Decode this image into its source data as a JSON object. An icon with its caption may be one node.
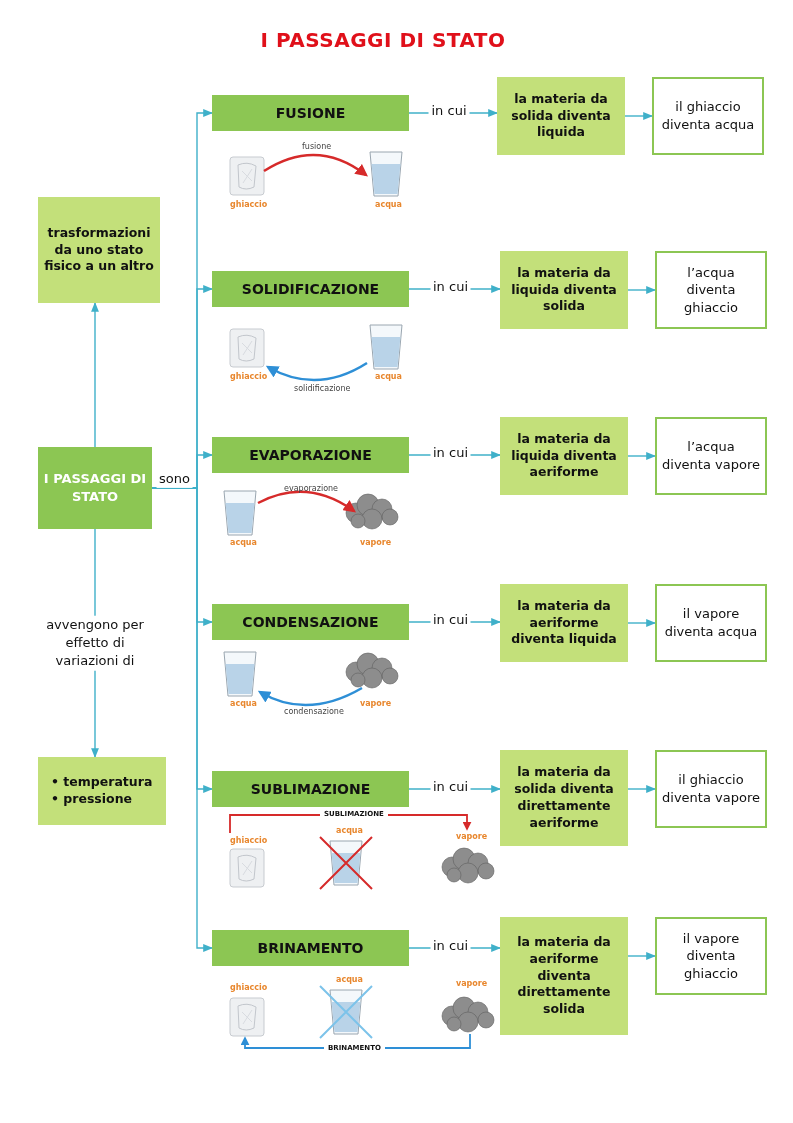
{
  "diagram": {
    "title": "I PASSAGGI DI STATO",
    "nodes": [
      {
        "text": [
          "trasformazioni da uno stato fisico a un altro"
        ]
      },
      {
        "text": [
          "I PASSAGGI DI STATO"
        ]
      },
      {
        "text": [
          "• temperatura",
          "• pressione"
        ]
      },
      {
        "text": [
          "FUSIONE"
        ]
      },
      {
        "text": [
          "la materia da solida diventa liquida"
        ]
      },
      {
        "text": [
          "il ghiaccio diventa acqua"
        ]
      },
      {
        "text": [
          "SOLIDIFICAZIONE"
        ]
      },
      {
        "text": [
          "la materia da liquida diventa solida"
        ]
      },
      {
        "text": [
          "l’acqua diventa ghiaccio"
        ]
      },
      {
        "text": [
          "EVAPORAZIONE"
        ]
      },
      {
        "text": [
          "la materia da liquida diventa aeriforme"
        ]
      },
      {
        "text": [
          "l’acqua diventa vapore"
        ]
      },
      {
        "text": [
          "CONDENSAZIONE"
        ]
      },
      {
        "text": [
          "la materia da aeriforme diventa liquida"
        ]
      },
      {
        "text": [
          "il vapore diventa acqua"
        ]
      },
      {
        "text": [
          "SUBLIMAZIONE"
        ]
      },
      {
        "text": [
          "la materia da solida diventa direttamente aeriforme"
        ]
      },
      {
        "text": [
          "il ghiaccio diventa vapore"
        ]
      },
      {
        "text": [
          "BRINAMENTO"
        ]
      },
      {
        "text": [
          "la materia da aeriforme diventa direttamente solida"
        ]
      },
      {
        "text": [
          "il vapore diventa ghiaccio"
        ]
      }
    ],
    "edges": [
      {
        "from": 1,
        "to": 0,
        "arrow": "to"
      },
      {
        "from": 1,
        "to": 2,
        "arrow": "to",
        "label": "avvengono per effetto di variazioni di"
      },
      {
        "from": 1,
        "to": 3,
        "arrow": "to"
      },
      {
        "from": 3,
        "to": 4,
        "arrow": "to",
        "label": "in cui"
      },
      {
        "from": 4,
        "to": 5,
        "arrow": "to"
      },
      {
        "from": 1,
        "to": 6,
        "arrow": "to"
      },
      {
        "from": 6,
        "to": 7,
        "arrow": "to",
        "label": "in cui"
      },
      {
        "from": 7,
        "to": 8,
        "arrow": "to"
      },
      {
        "from": 1,
        "to": 9,
        "arrow": "to",
        "label": "sono"
      },
      {
        "from": 9,
        "to": 10,
        "arrow": "to",
        "label": "in cui"
      },
      {
        "from": 10,
        "to": 11,
        "arrow": "to"
      },
      {
        "from": 1,
        "to": 12,
        "arrow": "to"
      },
      {
        "from": 12,
        "to": 13,
        "arrow": "to",
        "label": "in cui"
      },
      {
        "from": 13,
        "to": 14,
        "arrow": "to"
      },
      {
        "from": 1,
        "to": 15,
        "arrow": "to"
      },
      {
        "from": 15,
        "to": 16,
        "arrow": "to",
        "label": "in cui"
      },
      {
        "from": 16,
        "to": 17,
        "arrow": "to"
      },
      {
        "from": 1,
        "to": 18,
        "arrow": "to"
      },
      {
        "from": 18,
        "to": 19,
        "arrow": "to",
        "label": "in cui"
      },
      {
        "from": 19,
        "to": 20,
        "arrow": "to"
      }
    ],
    "labels": [
      "fusione",
      "ghiaccio",
      "acqua",
      "ghiaccio",
      "acqua",
      "solidificazione",
      "evaporazione",
      "acqua",
      "vapore",
      "acqua",
      "vapore",
      "condensazione",
      "SUBLIMAZIONE",
      "ghiaccio",
      "acqua",
      "vapore",
      "ghiaccio",
      "acqua",
      "vapore",
      "BRINAMENTO"
    ]
  }
}
